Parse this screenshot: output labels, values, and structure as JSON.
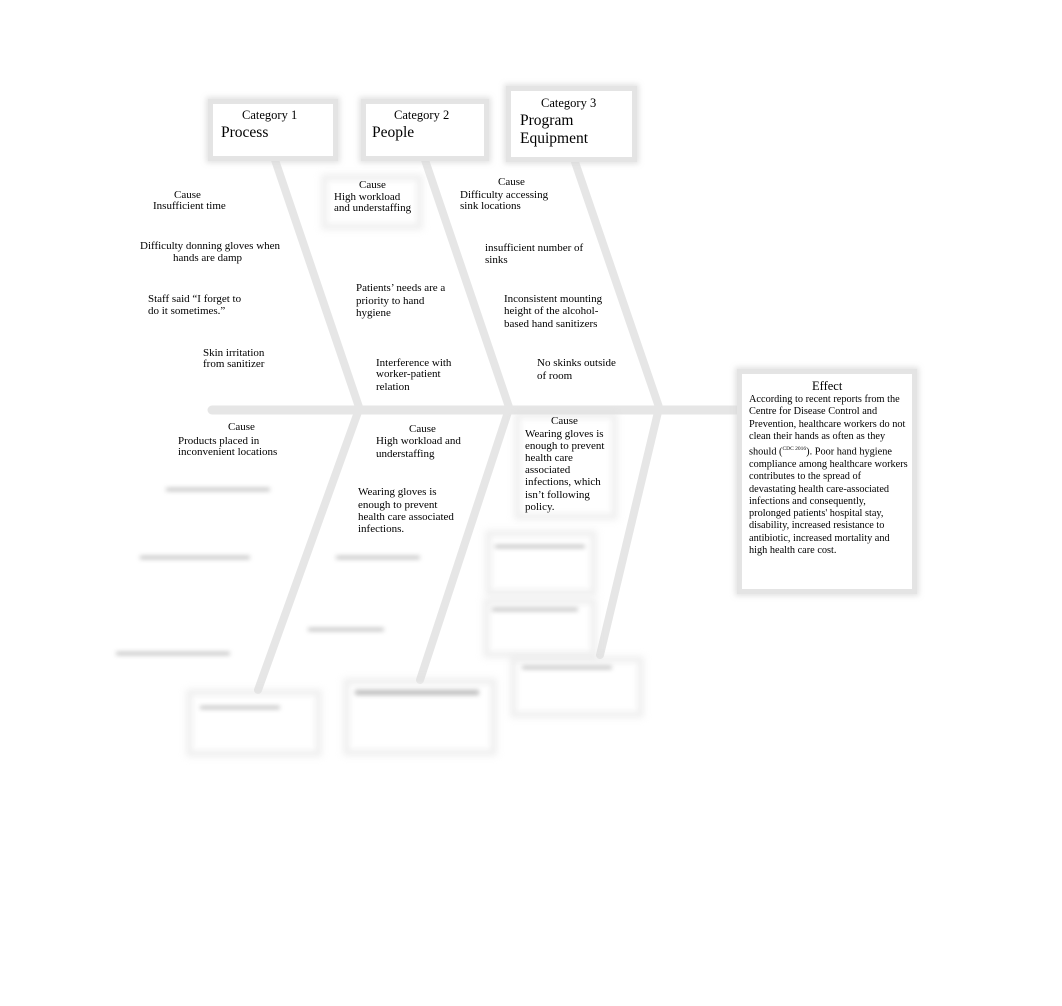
{
  "categories": [
    {
      "heading": "Category 1",
      "name": "Process"
    },
    {
      "heading": "Category 2",
      "name": "People"
    },
    {
      "heading": "Category 3",
      "name_line1": "Program",
      "name_line2": "Equipment"
    }
  ],
  "effect": {
    "heading": "Effect",
    "text_before": "According to recent reports from the Centre for Disease Control and Prevention, healthcare workers do not clean their hands as often as they should (",
    "citation": "CDC 2016",
    "text_after": "). Poor hand hygiene compliance among healthcare workers contributes to the spread of devastating health care-associated infections and consequently, prolonged patients' hospital stay, disability, increased resistance to antibiotic, increased mortality and high health care cost."
  },
  "causes": {
    "process": {
      "cause_label": "Cause",
      "c1": "Insufficient time",
      "c2_line1": "Difficulty donning gloves when",
      "c2_line2": "hands are  damp",
      "c3_line1": "Staff said “I forget to",
      "c3_line2": "do it sometimes.”",
      "c4_line1": "Skin irritation",
      "c4_line2": "from sanitizer"
    },
    "people": {
      "cause_label": "Cause",
      "c1_line1": "High workload",
      "c1_line2": "and understaffing",
      "c2_line1": "Patients’ needs are a",
      "c2_line2": "priority to hand",
      "c2_line3": "hygiene",
      "c3_line1": "Interference with",
      "c3_line2": "worker-patient",
      "c3_line3": "relation"
    },
    "equipment": {
      "cause_label": "Cause",
      "c1_line1": "Difficulty accessing",
      "c1_line2": "sink locations",
      "c2_line1": "insufficient number of",
      "c2_line2": "sinks",
      "c3_line1": "Inconsistent mounting",
      "c3_line2": "height of the alcohol-",
      "c3_line3": "based hand sanitizers",
      "c4_line1": "No skinks outside",
      "c4_line2": "of room"
    },
    "lower_process": {
      "cause_label": "Cause",
      "c1_line1": "Products placed in",
      "c1_line2": "inconvenient locations"
    },
    "lower_people": {
      "cause_label": "Cause",
      "c1_line1": "High workload and",
      "c1_line2": "understaffing",
      "c2_line1": "Wearing gloves is",
      "c2_line2": "enough to prevent",
      "c2_line3": "health care associated",
      "c2_line4": "infections."
    },
    "lower_equipment": {
      "cause_label": "Cause",
      "c1_line1": "Wearing gloves is",
      "c1_line2": "enough to prevent",
      "c1_line3": "health care",
      "c1_line4": "associated",
      "c1_line5": "infections, which",
      "c1_line6": "isn’t following",
      "c1_line7": "policy."
    }
  },
  "colors": {
    "bone": "#e6e6e6",
    "box_border": "#e4e4e4",
    "text": "#000000"
  }
}
